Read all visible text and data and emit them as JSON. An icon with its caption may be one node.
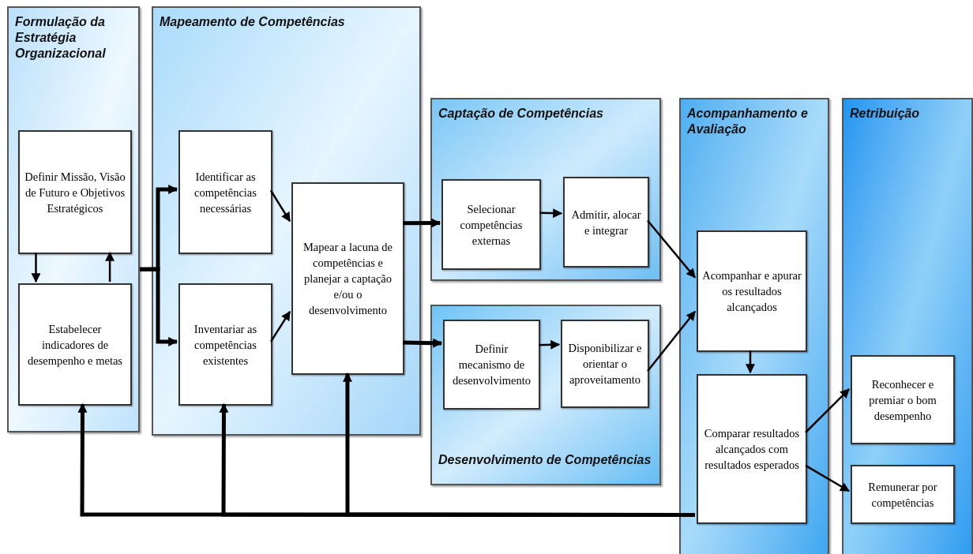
{
  "diagram": {
    "nodes": [
      {
        "text": [
          "Formulação da Estratégia Organizacional"
        ]
      },
      {
        "text": [
          "Definir Missão, Visão de Futuro e Objetivos Estratégicos"
        ],
        "in": 0
      },
      {
        "text": [
          "Estabelecer indicadores de desempenho e metas"
        ],
        "in": 0
      },
      {
        "text": [
          "Mapeamento de Competências"
        ]
      },
      {
        "text": [
          "Identificar as competências necessárias"
        ],
        "in": 3
      },
      {
        "text": [
          "Inventariar as competências existentes"
        ],
        "in": 3
      },
      {
        "text": [
          "Mapear a lacuna de competências e planejar a captação e/ou o desenvolvimento"
        ],
        "in": 3
      },
      {
        "text": [
          "Captação de Competências"
        ]
      },
      {
        "text": [
          "Selecionar competências externas"
        ],
        "in": 7
      },
      {
        "text": [
          "Admitir, alocar e integrar"
        ],
        "in": 7
      },
      {
        "text": [
          "Desenvolvimento de Competências"
        ]
      },
      {
        "text": [
          "Definir mecanismo de desenvolvimento"
        ],
        "in": 10
      },
      {
        "text": [
          "Disponibilizar e orientar o aproveitamento"
        ],
        "in": 10
      },
      {
        "text": [
          "Acompanhamento e Avaliação"
        ]
      },
      {
        "text": [
          "Acompanhar e apurar os resultados alcançados"
        ],
        "in": 13
      },
      {
        "text": [
          "Comparar resultados alcançados com resultados esperados"
        ],
        "in": 13
      },
      {
        "text": [
          "Retribuição"
        ]
      },
      {
        "text": [
          "Reconhecer e premiar o bom desempenho"
        ],
        "in": 16
      },
      {
        "text": [
          "Remunerar por competências"
        ],
        "in": 16
      }
    ],
    "edges": [
      {
        "from": 1,
        "to": 2,
        "arrow": "to"
      },
      {
        "from": 2,
        "to": 1,
        "arrow": "to"
      },
      {
        "from": 0,
        "to": 4,
        "arrow": "to",
        "style": "thick"
      },
      {
        "from": 0,
        "to": 5,
        "arrow": "to",
        "style": "thick"
      },
      {
        "from": 4,
        "to": 6,
        "arrow": "to"
      },
      {
        "from": 5,
        "to": 6,
        "arrow": "to"
      },
      {
        "from": 6,
        "to": 8,
        "arrow": "to",
        "style": "thick"
      },
      {
        "from": 6,
        "to": 11,
        "arrow": "to",
        "style": "thick"
      },
      {
        "from": 8,
        "to": 9,
        "arrow": "to"
      },
      {
        "from": 11,
        "to": 12,
        "arrow": "to"
      },
      {
        "from": 9,
        "to": 14,
        "arrow": "to"
      },
      {
        "from": 12,
        "to": 14,
        "arrow": "to"
      },
      {
        "from": 14,
        "to": 15,
        "arrow": "to"
      },
      {
        "from": 15,
        "to": 17,
        "arrow": "to"
      },
      {
        "from": 15,
        "to": 18,
        "arrow": "to"
      },
      {
        "from": 15,
        "to": 2,
        "arrow": "to",
        "style": "thick"
      },
      {
        "from": 15,
        "to": 5,
        "arrow": "to",
        "style": "thick"
      },
      {
        "from": 15,
        "to": 6,
        "arrow": "to",
        "style": "thick"
      }
    ]
  }
}
